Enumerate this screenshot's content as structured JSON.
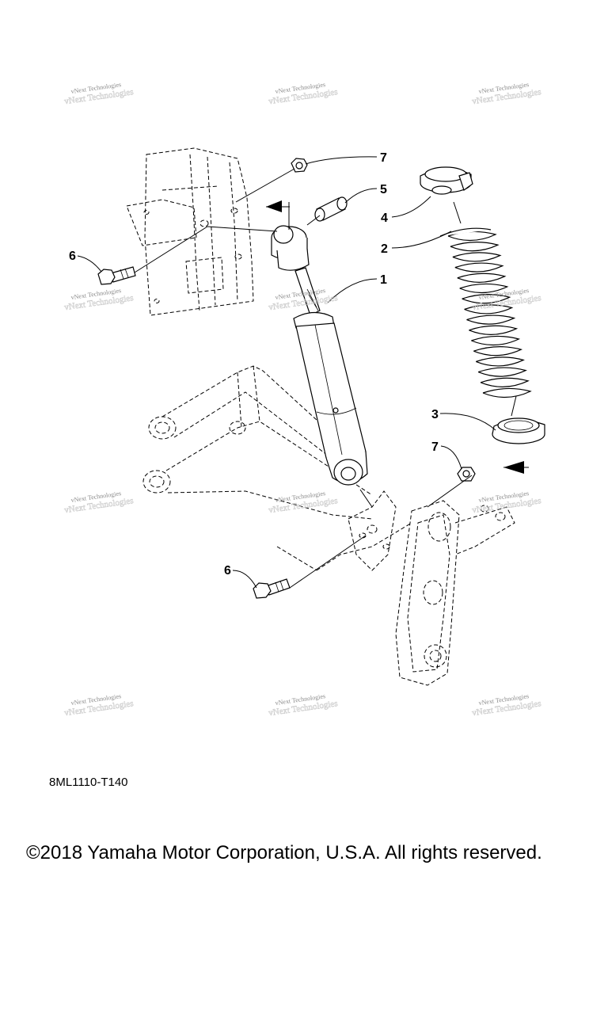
{
  "diagram": {
    "drawing_code": "8ML1110-T140",
    "copyright": "©2018 Yamaha Motor Corporation, U.S.A. All rights reserved.",
    "watermark": "vNext Technologies",
    "callouts": [
      {
        "id": "c1",
        "number": "1",
        "part": "shock-absorber"
      },
      {
        "id": "c2",
        "number": "2",
        "part": "spring"
      },
      {
        "id": "c3",
        "number": "3",
        "part": "spring-seat-lower"
      },
      {
        "id": "c4",
        "number": "4",
        "part": "spring-seat-upper"
      },
      {
        "id": "c5",
        "number": "5",
        "part": "collar"
      },
      {
        "id": "c6a",
        "number": "6",
        "part": "bolt-upper"
      },
      {
        "id": "c6b",
        "number": "6",
        "part": "bolt-lower"
      },
      {
        "id": "c7a",
        "number": "7",
        "part": "nut-upper"
      },
      {
        "id": "c7b",
        "number": "7",
        "part": "nut-lower"
      }
    ]
  }
}
